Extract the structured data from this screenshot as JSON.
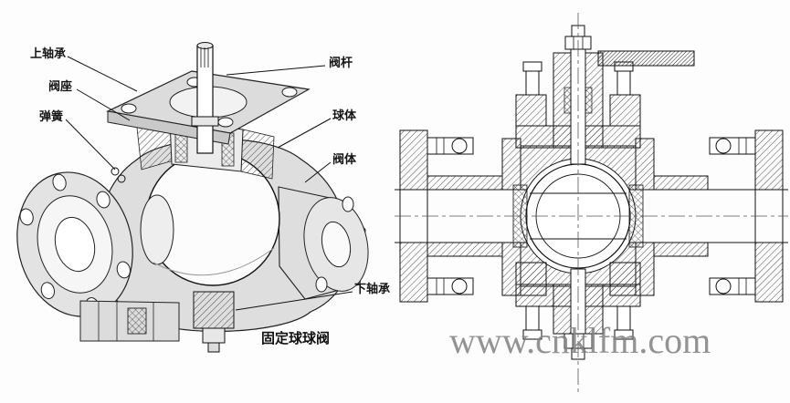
{
  "colors": {
    "line": "#111111",
    "metal_gray": "#dedede",
    "watermark_gray": "#808080"
  },
  "left_view": {
    "labels": {
      "upper_bearing": "上轴承",
      "valve_seat": "阀座",
      "spring": "弹簧",
      "valve_stem": "阀杆",
      "ball": "球体",
      "valve_body": "阀体",
      "lower_bearing": "下轴承"
    },
    "caption": "固定球球阀"
  },
  "watermark": "www.cnklfm.com"
}
